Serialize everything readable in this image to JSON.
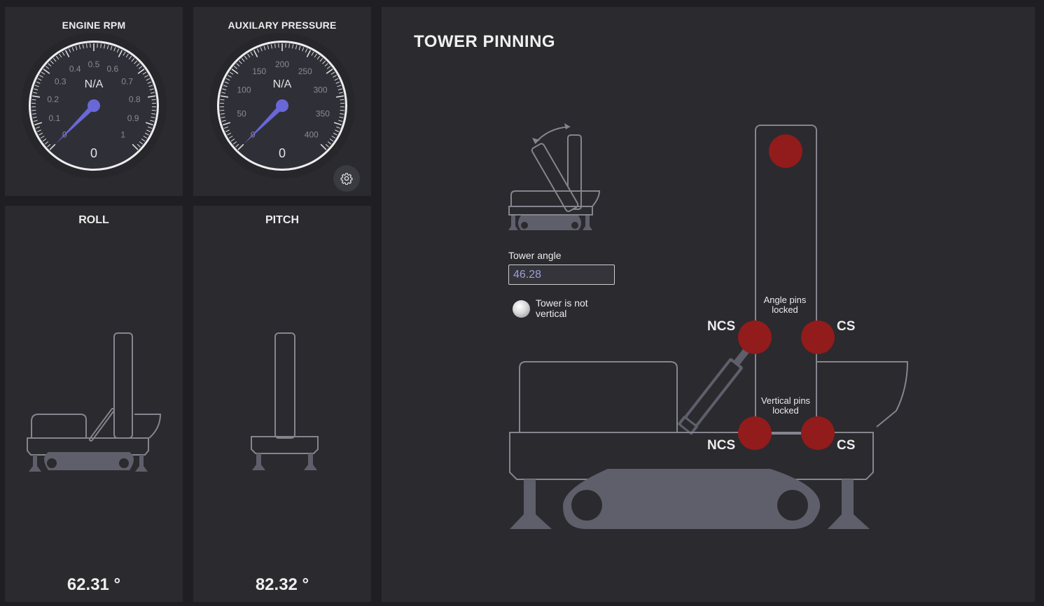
{
  "engine_rpm": {
    "title": "ENGINE RPM",
    "center_text": "N/A",
    "value_text": "0",
    "scale": [
      "0",
      "0.1",
      "0.2",
      "0.3",
      "0.4",
      "0.5",
      "0.6",
      "0.7",
      "0.8",
      "0.9",
      "1"
    ],
    "value": 0
  },
  "auxiliary_pressure": {
    "title": "AUXILARY PRESSURE",
    "center_text": "N/A",
    "value_text": "0",
    "scale": [
      "0",
      "50",
      "100",
      "150",
      "200",
      "250",
      "300",
      "350",
      "400"
    ],
    "value": 0
  },
  "roll": {
    "title": "ROLL",
    "value_text": "62.31 °"
  },
  "pitch": {
    "title": "PITCH",
    "value_text": "82.32 °"
  },
  "tower_pinning": {
    "title": "TOWER PINNING",
    "tower_angle_label": "Tower angle",
    "tower_angle_value": "46.28",
    "status_text": "Tower is not vertical",
    "angle_pins_label": "Angle pins locked",
    "vertical_pins_label": "Vertical pins locked",
    "ncs_label": "NCS",
    "cs_label": "CS"
  },
  "colors": {
    "pin_red": "#921b1b",
    "needle": "#6a67d8",
    "machine_gray": "#5f5f6b",
    "outline_gray": "#85858f"
  },
  "icons": {
    "settings": "gear-icon"
  }
}
